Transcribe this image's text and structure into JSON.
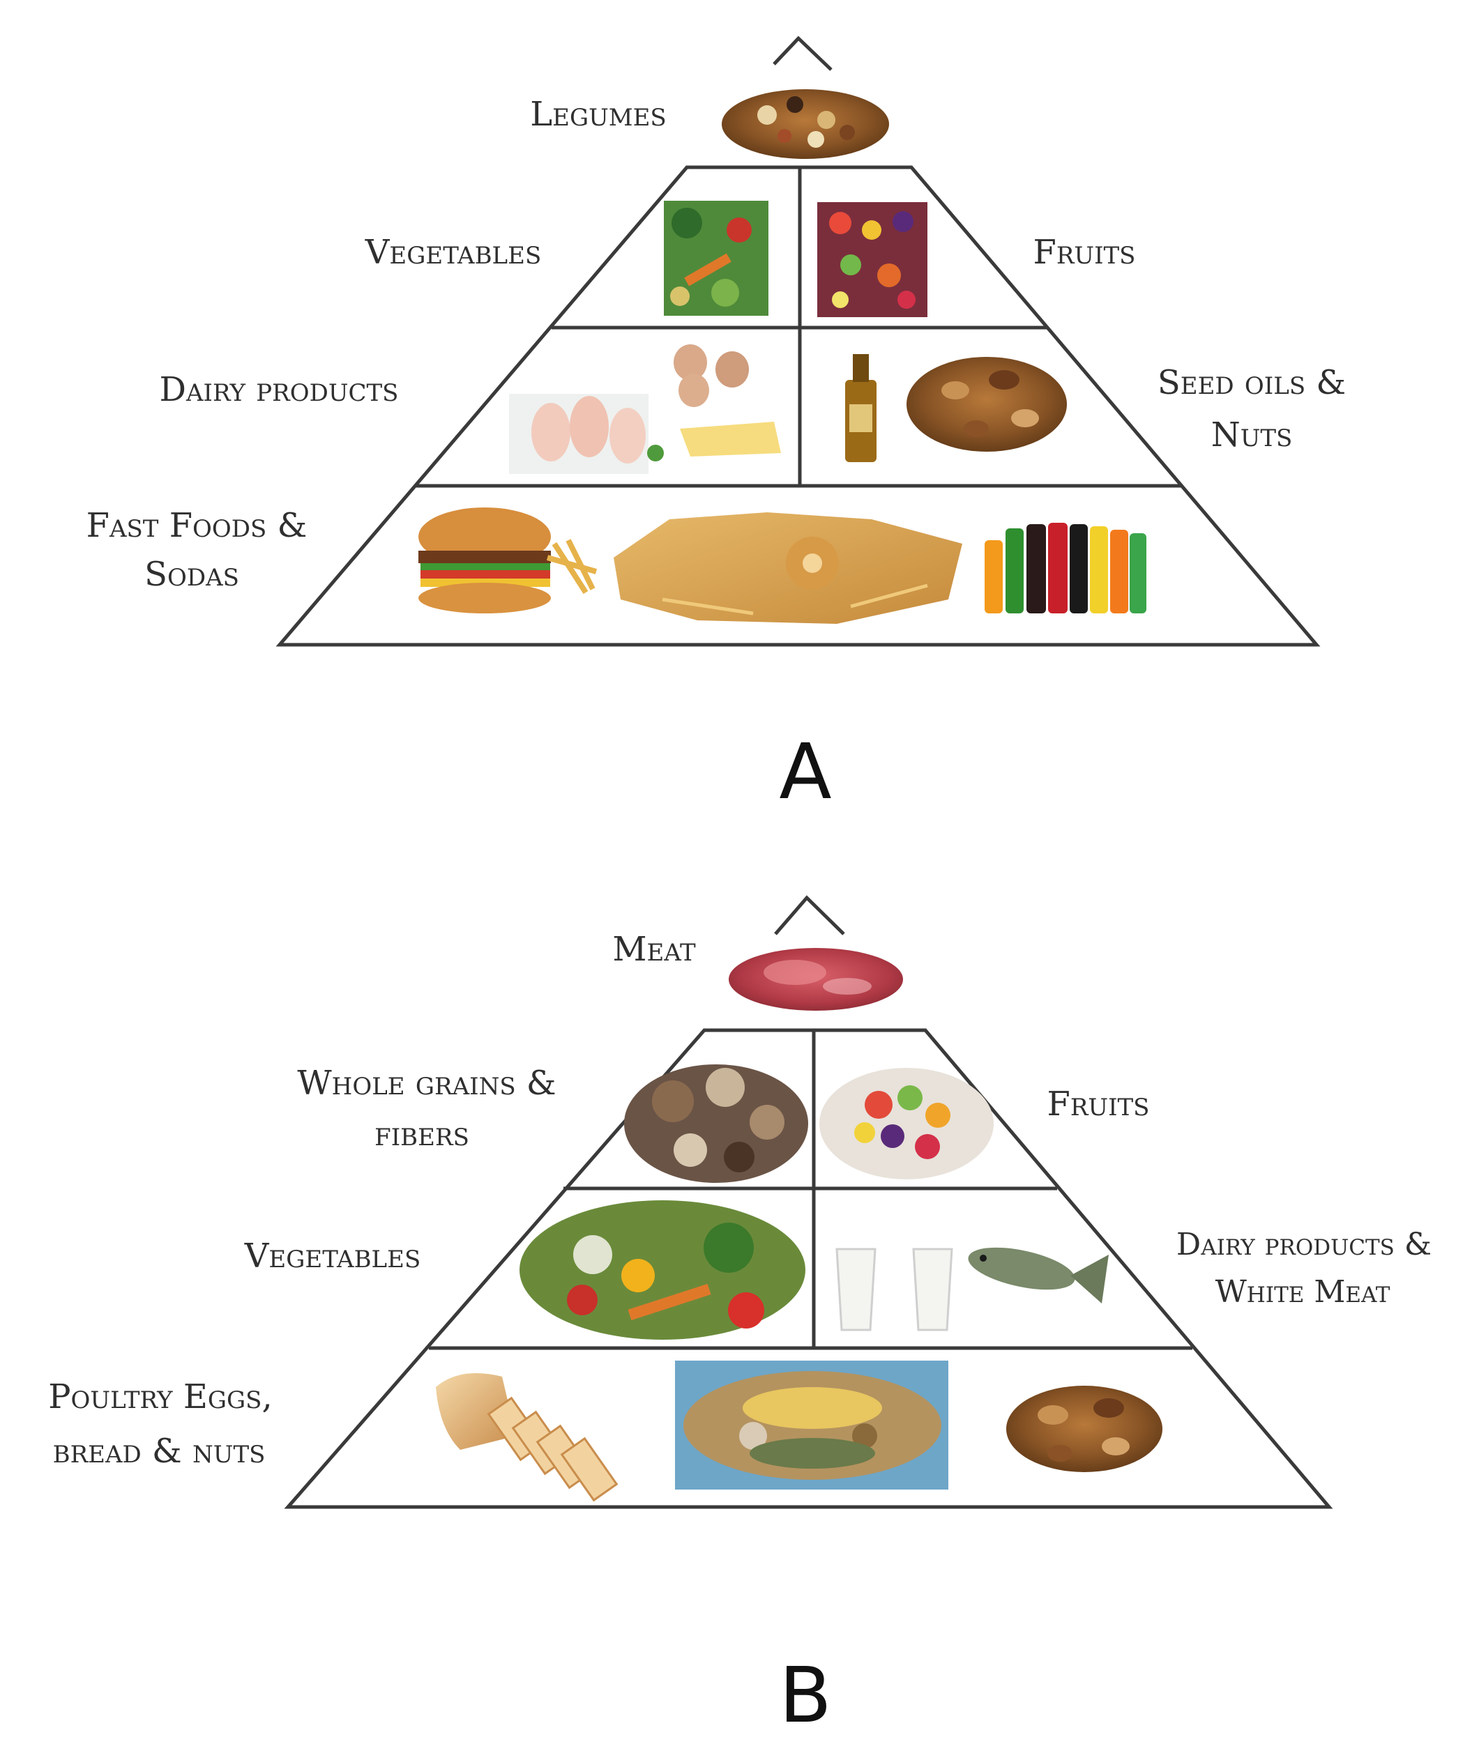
{
  "colors": {
    "outline": "#3a3a3a",
    "text": "#2f2f2f"
  },
  "pyramid_a": {
    "panel_label": "A",
    "labels": {
      "top": "Legumes",
      "row1_left": "Vegetables",
      "row1_right": "Fruits",
      "row2_left": "Dairy products",
      "row2_right_line1": "Seed oils &",
      "row2_right_line2": "Nuts",
      "row3_left_line1": "Fast Foods &",
      "row3_left_line2": "Sodas"
    },
    "images": [
      "mixed-legumes-image",
      "vegetables-image",
      "fruits-image",
      "chicken-eggs-cheese-image",
      "oil-bottle-image",
      "nuts-image",
      "burger-fries-image",
      "fried-snacks-image",
      "soda-bottles-image"
    ]
  },
  "pyramid_b": {
    "panel_label": "B",
    "labels": {
      "top": "Meat",
      "row1_left_line1": "Whole grains &",
      "row1_left_line2": "fibers",
      "row1_right": "Fruits",
      "row2_left": "Vegetables",
      "row2_right_line1": "Dairy products &",
      "row2_right_line2": "White Meat",
      "row3_left_line1": "Poultry Eggs,",
      "row3_left_line2": "bread & nuts"
    },
    "images": [
      "red-meat-image",
      "mushrooms-grains-image",
      "fruit-bowl-image",
      "vegetable-basket-image",
      "milk-glasses-image",
      "fish-image",
      "bread-loaf-image",
      "seeds-platter-image",
      "nuts-pile-image"
    ]
  }
}
